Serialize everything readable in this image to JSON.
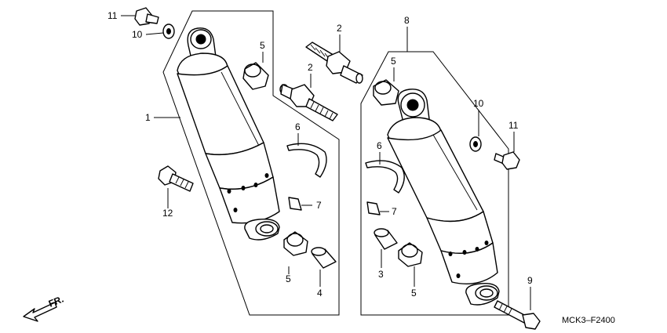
{
  "callouts": {
    "c1": "1",
    "c2a": "2",
    "c2b": "2",
    "c3": "3",
    "c4": "4",
    "c5a": "5",
    "c5b": "5",
    "c5c": "5",
    "c5d": "5",
    "c6a": "6",
    "c6b": "6",
    "c7a": "7",
    "c7b": "7",
    "c8": "8",
    "c9": "9",
    "c10a": "10",
    "c10b": "10",
    "c11a": "11",
    "c11b": "11",
    "c12": "12"
  },
  "direction_label": "FR.",
  "diagram_code": "MCK3–F2400"
}
